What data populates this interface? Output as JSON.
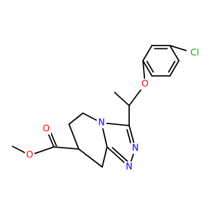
{
  "molecule": {
    "colors": {
      "bond": "#000000",
      "O": "#ff0000",
      "N": "#0000ff",
      "Cl": "#00b400"
    },
    "atom_labels": {
      "cl": "Cl",
      "o_ether": "O",
      "n_ring": "N",
      "n_upper": "N",
      "n_lower": "N",
      "o_carbonyl": "O",
      "o_ester": "O"
    }
  }
}
